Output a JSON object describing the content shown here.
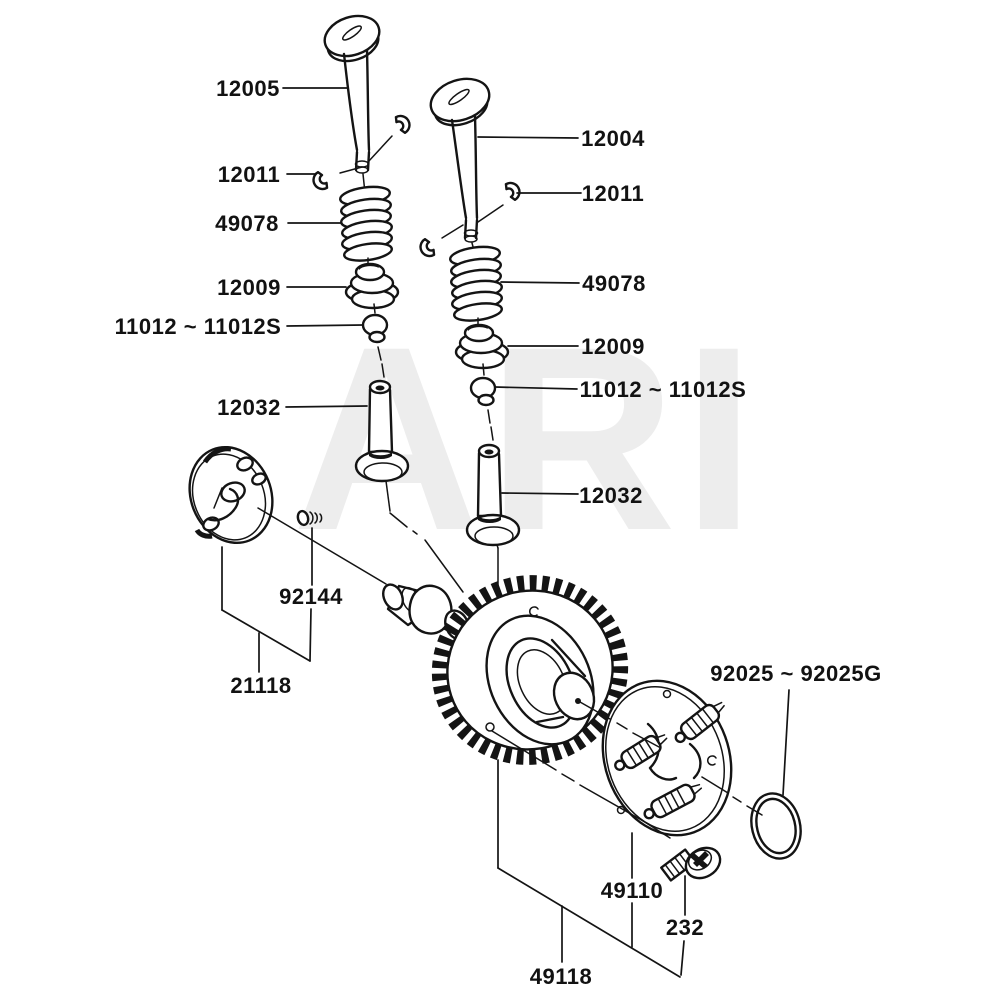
{
  "watermark": "ARI",
  "labels": {
    "valve_left": "12005",
    "valve_right": "12004",
    "keeper_left": "12011",
    "keeper_right": "12011",
    "spring_left": "49078",
    "spring_right": "49078",
    "retainer_left": "12009",
    "retainer_right": "12009",
    "adjuster_left": "11012 ~ 11012S",
    "adjuster_right": "11012 ~ 11012S",
    "tappet_left": "12032",
    "tappet_right": "12032",
    "pin": "92144",
    "governor_cup_assy": "21118",
    "shim": "92025 ~ 92025G",
    "governor_plate": "49110",
    "bolt": "232",
    "camshaft_assy": "49118"
  }
}
